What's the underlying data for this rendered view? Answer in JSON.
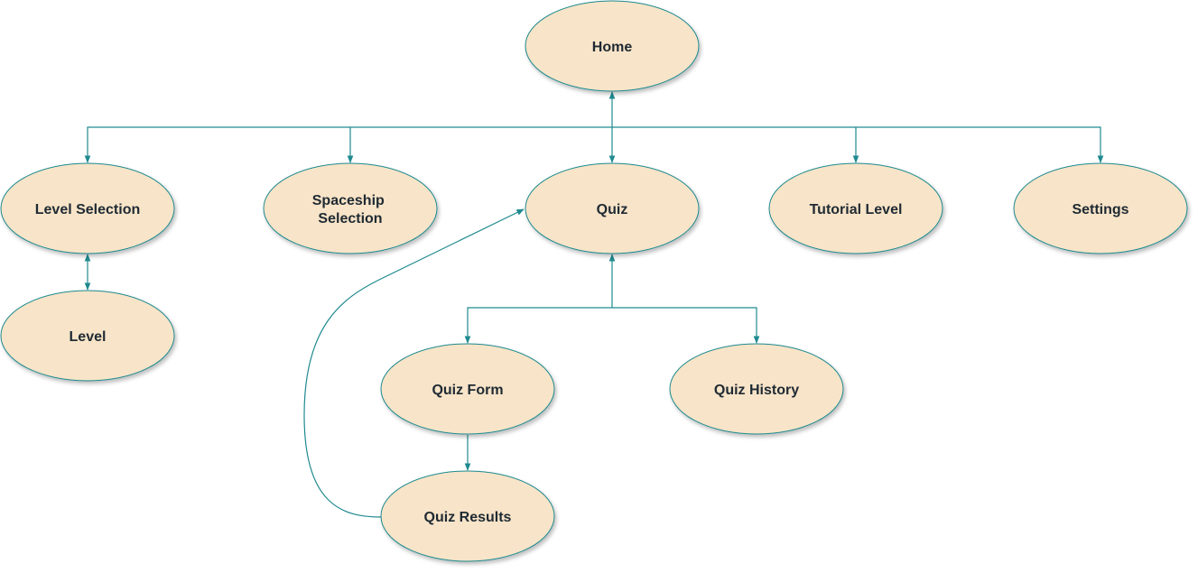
{
  "diagram": {
    "type": "flowchart",
    "colors": {
      "node_fill": "#f8e4c8",
      "node_stroke": "#1f8a8f",
      "edge": "#1f8a8f",
      "text": "#1f2a33"
    },
    "nodes": [
      {
        "id": "home",
        "label": "Home"
      },
      {
        "id": "level-selection",
        "label": "Level Selection"
      },
      {
        "id": "spaceship-selection",
        "label": "Spaceship\nSelection"
      },
      {
        "id": "quiz",
        "label": "Quiz"
      },
      {
        "id": "tutorial-level",
        "label": "Tutorial Level"
      },
      {
        "id": "settings",
        "label": "Settings"
      },
      {
        "id": "level",
        "label": "Level"
      },
      {
        "id": "quiz-form",
        "label": "Quiz Form"
      },
      {
        "id": "quiz-history",
        "label": "Quiz History"
      },
      {
        "id": "quiz-results",
        "label": "Quiz Results"
      }
    ],
    "edges": [
      {
        "from": "home",
        "to": "level-selection",
        "direction": "forward"
      },
      {
        "from": "home",
        "to": "spaceship-selection",
        "direction": "forward"
      },
      {
        "from": "home",
        "to": "quiz",
        "direction": "both"
      },
      {
        "from": "home",
        "to": "tutorial-level",
        "direction": "forward"
      },
      {
        "from": "home",
        "to": "settings",
        "direction": "forward"
      },
      {
        "from": "level-selection",
        "to": "level",
        "direction": "both"
      },
      {
        "from": "quiz",
        "to": "quiz-form",
        "direction": "forward"
      },
      {
        "from": "quiz",
        "to": "quiz-history",
        "direction": "forward"
      },
      {
        "from": "quiz-form",
        "to": "quiz",
        "direction": "forward"
      },
      {
        "from": "quiz-form",
        "to": "quiz-results",
        "direction": "forward"
      },
      {
        "from": "quiz-results",
        "to": "quiz",
        "direction": "forward"
      }
    ]
  }
}
